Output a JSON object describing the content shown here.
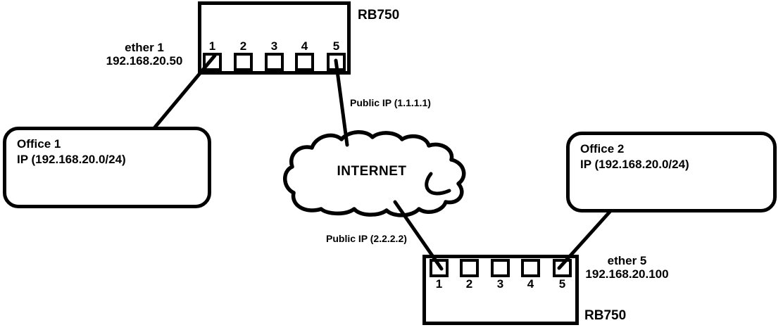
{
  "colors": {
    "ink": "#000000",
    "background": "#ffffff"
  },
  "top_router": {
    "model": "RB750",
    "interface_label": "ether 1",
    "interface_ip": "192.168.20.50",
    "ports": [
      "1",
      "2",
      "3",
      "4",
      "5"
    ]
  },
  "bottom_router": {
    "model": "RB750",
    "interface_label": "ether 5",
    "interface_ip": "192.168.20.100",
    "ports": [
      "1",
      "2",
      "3",
      "4",
      "5"
    ]
  },
  "office1": {
    "title": "Office 1",
    "subnet": "IP (192.168.20.0/24)"
  },
  "office2": {
    "title": "Office 2",
    "subnet": "IP (192.168.20.0/24)"
  },
  "internet": {
    "label": "INTERNET",
    "wan1": "Public IP (1.1.1.1)",
    "wan2": "Public IP (2.2.2.2)"
  }
}
